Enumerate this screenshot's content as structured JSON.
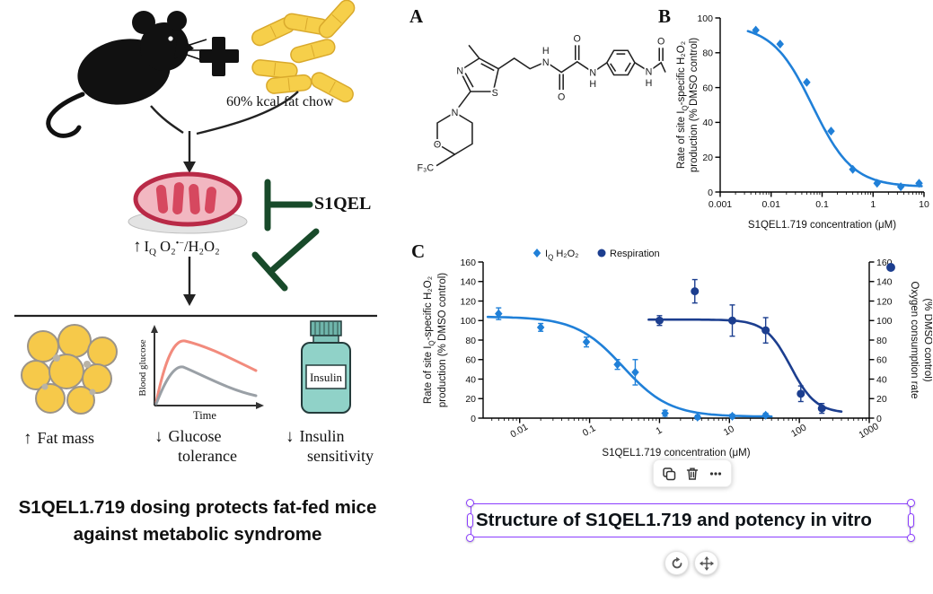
{
  "colors": {
    "series_blue": "#2080d8",
    "series_navy": "#1c3e8f",
    "inhibitor_green": "#184a2a",
    "selection_purple": "#8b3dff",
    "mito_pink": "#f2b7c1",
    "mito_crimson": "#b92a47",
    "capsule_yellow": "#f6cf4a",
    "vial_teal": "#90d2c8"
  },
  "left_figure": {
    "chow_label": "60% kcal fat chow",
    "ros": {
      "arrow": "↑",
      "i": "I",
      "q": "Q",
      "o2": " O₂",
      "radical": "•−",
      "h2o2": "/H₂O₂"
    },
    "inhibitor_label": "S1QEL",
    "glucose_plot": {
      "ylabel": "Blood glucose",
      "xlabel": "Time"
    },
    "vial_label": "Insulin",
    "outcome_fat": {
      "arrow": "↑",
      "text": "Fat mass"
    },
    "outcome_glucose": {
      "arrow": "↓",
      "line1": "Glucose",
      "line2": "tolerance"
    },
    "outcome_insulin": {
      "arrow": "↓",
      "line1": "Insulin",
      "line2": "sensitivity"
    },
    "caption_line1": "S1QEL1.719 dosing protects fat-fed mice",
    "caption_line2": "against metabolic syndrome"
  },
  "panel_labels": {
    "a": "A",
    "b": "B",
    "c": "C"
  },
  "chem": {
    "N": "N",
    "S": "S",
    "O": "O",
    "H": "H",
    "F3C": "F₃C"
  },
  "canvas_ui": {
    "selected_caption": "Structure of S1QEL1.719 and potency in vitro",
    "toolbar_buttons": [
      "duplicate",
      "delete",
      "more-options"
    ],
    "floating_buttons": [
      "rotate",
      "move"
    ]
  },
  "chart_data": [
    {
      "dom_id": "chart-b",
      "type": "scatter",
      "x_scale": "log",
      "xlabel": "S1QEL1.719 concentration (μM)",
      "ylabel_left": [
        [
          {
            "t": "Rate of site I"
          },
          {
            "t": "Q",
            "sub": true
          },
          {
            "t": "-specific H₂O₂"
          }
        ],
        [
          {
            "t": "production (% DMSO control)"
          }
        ]
      ],
      "xlim": [
        0.001,
        10
      ],
      "ylim": [
        0,
        100
      ],
      "xticks": [
        0.001,
        0.01,
        0.1,
        1,
        10
      ],
      "xtick_labels": [
        "0.001",
        "0.01",
        "0.1",
        "1",
        "10"
      ],
      "yticks": [
        0,
        20,
        40,
        60,
        80,
        100
      ],
      "series": [
        {
          "name": "site IQ H2O2 rate",
          "color": "#2080d8",
          "marker": "diamond",
          "points": [
            [
              0.005,
              93
            ],
            [
              0.015,
              85
            ],
            [
              0.05,
              63
            ],
            [
              0.15,
              35
            ],
            [
              0.4,
              13
            ],
            [
              1.2,
              5
            ],
            [
              3.5,
              3
            ],
            [
              8,
              5
            ]
          ],
          "fit": {
            "top": 96,
            "bottom": 3,
            "ec50": 0.065,
            "hill": 1.1,
            "range": [
              0.0035,
              9
            ]
          }
        }
      ]
    },
    {
      "dom_id": "chart-c",
      "type": "scatter",
      "x_scale": "log",
      "xlabel": "S1QEL1.719 concentration (μM)",
      "ylabel_left": [
        [
          {
            "t": "Rate of site I"
          },
          {
            "t": "Q",
            "sub": true
          },
          {
            "t": "-specific H₂O₂"
          }
        ],
        [
          {
            "t": "production (% DMSO control)"
          }
        ]
      ],
      "ylabel_right": [
        "Oxygen consumption rate",
        "(% DMSO control)"
      ],
      "right_axis": true,
      "xlim": [
        0.003,
        1000
      ],
      "ylim": [
        0,
        160
      ],
      "xticks": [
        0.01,
        0.1,
        1,
        10,
        100,
        1000
      ],
      "xtick_labels": [
        "0.01",
        "0.1",
        "1",
        "10",
        "100",
        "1000"
      ],
      "xtick_rotate": -30,
      "yticks": [
        0,
        20,
        40,
        60,
        80,
        100,
        120,
        140,
        160
      ],
      "legend": [
        {
          "segments": [
            {
              "t": "I"
            },
            {
              "t": "Q",
              "sub": true
            },
            {
              "t": " H₂O₂"
            }
          ],
          "marker": "diamond",
          "color": "#2080d8"
        },
        {
          "segments": [
            {
              "t": "Respiration"
            }
          ],
          "marker": "circle",
          "color": "#1c3e8f"
        }
      ],
      "series": [
        {
          "name": "IQ H2O2",
          "color": "#2080d8",
          "marker": "diamond",
          "points": [
            [
              0.005,
              107,
              6
            ],
            [
              0.02,
              93,
              4
            ],
            [
              0.09,
              78,
              5
            ],
            [
              0.25,
              55,
              5
            ],
            [
              0.45,
              47,
              13
            ],
            [
              1.2,
              5,
              3
            ],
            [
              3.5,
              1,
              2
            ],
            [
              11,
              2,
              2
            ],
            [
              33,
              3,
              2
            ]
          ],
          "fit": {
            "top": 104,
            "bottom": 1.5,
            "ec50": 0.3,
            "hill": 1.3,
            "range": [
              0.0035,
              40
            ]
          }
        },
        {
          "name": "Respiration",
          "color": "#1c3e8f",
          "marker": "circle",
          "points": [
            [
              1,
              100,
              5
            ],
            [
              3.2,
              130,
              12
            ],
            [
              11,
              100,
              16
            ],
            [
              33,
              90,
              13
            ],
            [
              105,
              25,
              8
            ],
            [
              210,
              10,
              5
            ]
          ],
          "fit": {
            "top": 101,
            "bottom": 5,
            "ec50": 75,
            "hill": 2.4,
            "range": [
              0.7,
              400
            ]
          }
        }
      ],
      "right_axis_marker": {
        "marker": "circle",
        "color": "#1c3e8f"
      }
    }
  ]
}
